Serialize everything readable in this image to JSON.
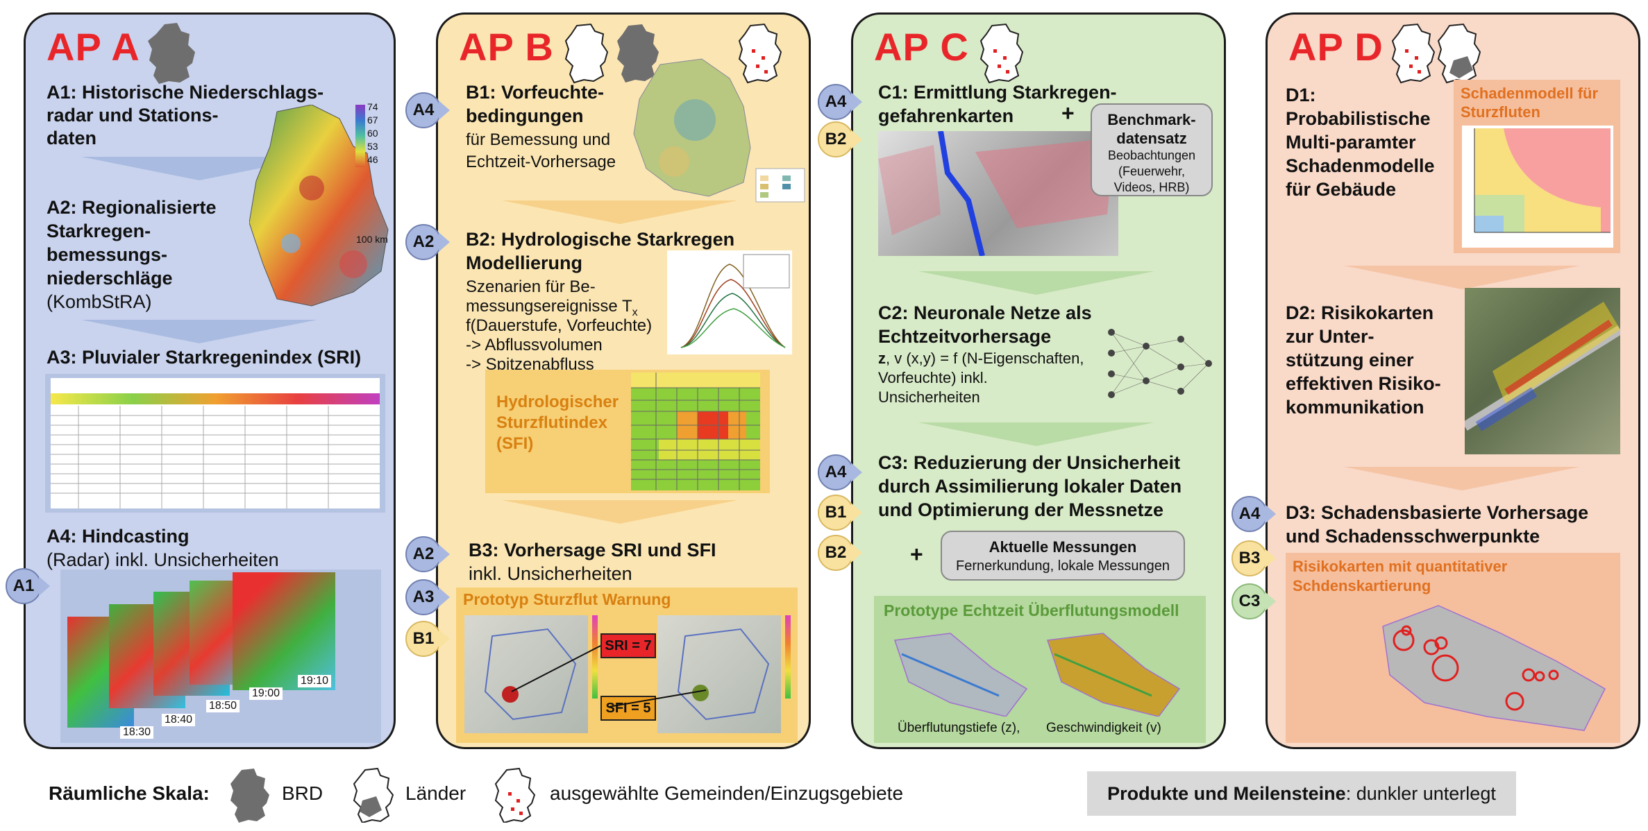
{
  "panels": {
    "A": {
      "title": "AP A",
      "a1_line1": "A1: Historische Niederschlags-",
      "a1_line2": "radar und  Stations-",
      "a1_line3": "daten",
      "a2_line1": "A2: Regionalisierte",
      "a2_line2": "Starkregen-",
      "a2_line3": "bemessungs-",
      "a2_line4": "niederschläge",
      "a2_line5": "(KombStRA)",
      "a3": "A3: Pluvialer Starkregenindex (SRI)",
      "a4_line1": "A4: Hindcasting",
      "a4_line2": "(Radar) inkl. Unsicherheiten",
      "map_scale": "100 km",
      "legend_values": [
        "74",
        "67",
        "60",
        "53",
        "46"
      ],
      "radar_times": [
        "19:10",
        "19:00",
        "18:50",
        "18:40",
        "18:30"
      ],
      "tag_a1": "A1"
    },
    "B": {
      "title": "AP B",
      "b1_line1": "B1: Vorfeuchte-",
      "b1_line2": "bedingungen",
      "b1_line3": "für Bemessung und",
      "b1_line4": "Echtzeit-Vorhersage",
      "b2_line1": "B2: Hydrologische Starkregen",
      "b2_line2": "Modellierung",
      "b2_line3": "Szenarien für Be-",
      "b2_line4": "messungsereignisse T",
      "b2_sub": "x",
      "b2_line5": "f(Dauerstufe, Vorfeuchte)",
      "b2_line6": "-> Abflussvolumen",
      "b2_line7": "-> Spitzenabfluss",
      "sfi_line1": "Hydrologischer",
      "sfi_line2": "Sturzflutindex",
      "sfi_line3": "(SFI)",
      "b3_line1": "B3: Vorhersage SRI und SFI",
      "b3_line2": "inkl. Unsicherheiten",
      "prototype": "Prototyp Sturzflut Warnung",
      "sri_label": "SRI = 7",
      "sfi_label": "SFI = 5",
      "tags": [
        "A4",
        "A2",
        "A2",
        "A3",
        "B1"
      ]
    },
    "C": {
      "title": "AP C",
      "c1_line1": "C1: Ermittlung Starkregen-",
      "c1_line2": "gefahrenkarten",
      "plus1": "+",
      "bench_line1": "Benchmark-",
      "bench_line2": "datensatz",
      "bench_line3": "Beobachtungen",
      "bench_line4": "(Feuerwehr,",
      "bench_line5": "Videos, HRB)",
      "c2_line1": "C2: Neuronale Netze als",
      "c2_line2": "Echtzeitvorhersage",
      "c2_line3a": "z",
      "c2_line3b": ", v (x,y) = f (N-Eigenschaften,",
      "c2_line4": "Vorfeuchte) inkl.",
      "c2_line5": "Unsicherheiten",
      "c3_line1": "C3: Reduzierung der Unsicherheit",
      "c3_line2": "durch Assimilierung lokaler Daten",
      "c3_line3": "und Optimierung der Messnetze",
      "plus2": "+",
      "meas_line1": "Aktuelle Messungen",
      "meas_line2": "Fernerkundung, lokale Messungen",
      "prototype": "Prototype Echtzeit Überflutungsmodell",
      "cap1": "Überflutungstiefe (z),",
      "cap2": "Geschwindigkeit (v)",
      "tags": [
        "A4",
        "B2",
        "A4",
        "B1",
        "B2"
      ]
    },
    "D": {
      "title": "AP D",
      "d1_line1": "D1:",
      "d1_line2": "Probabilistische",
      "d1_line3": "Multi-paramter",
      "d1_line4": "Schadenmodelle",
      "d1_line5": "für Gebäude",
      "schaden_line1": "Schadenmodell für",
      "schaden_line2": "Sturzfluten",
      "d2_line1": "D2: Risikokarten",
      "d2_line2": "zur Unter-",
      "d2_line3": "stützung einer",
      "d2_line4": "effektiven Risiko-",
      "d2_line5": "kommunikation",
      "d3_line1": "D3: Schadensbasierte Vorhersage",
      "d3_line2": "und Schadensschwerpunkte",
      "risk_line1": "Risikokarten mit quantitativer",
      "risk_line2": "Schdenskartierung",
      "tags": [
        "A4",
        "B3",
        "C3"
      ]
    }
  },
  "legend": {
    "label": "Räumliche Skala:",
    "brd": "BRD",
    "laender": "Länder",
    "gemeinden": "ausgewählte Gemeinden/Einzugsgebiete"
  },
  "products": {
    "bold": "Produkte und Meilensteine",
    "rest": ": dunkler unterlegt"
  },
  "colors": {
    "title_red": "#e8262a",
    "panel_a": "#c9d3ee",
    "panel_b": "#fbe6b3",
    "panel_c": "#d8ebc8",
    "panel_d": "#f9d9c8",
    "orange_text": "#e07020",
    "green_text": "#5a9a3a"
  }
}
